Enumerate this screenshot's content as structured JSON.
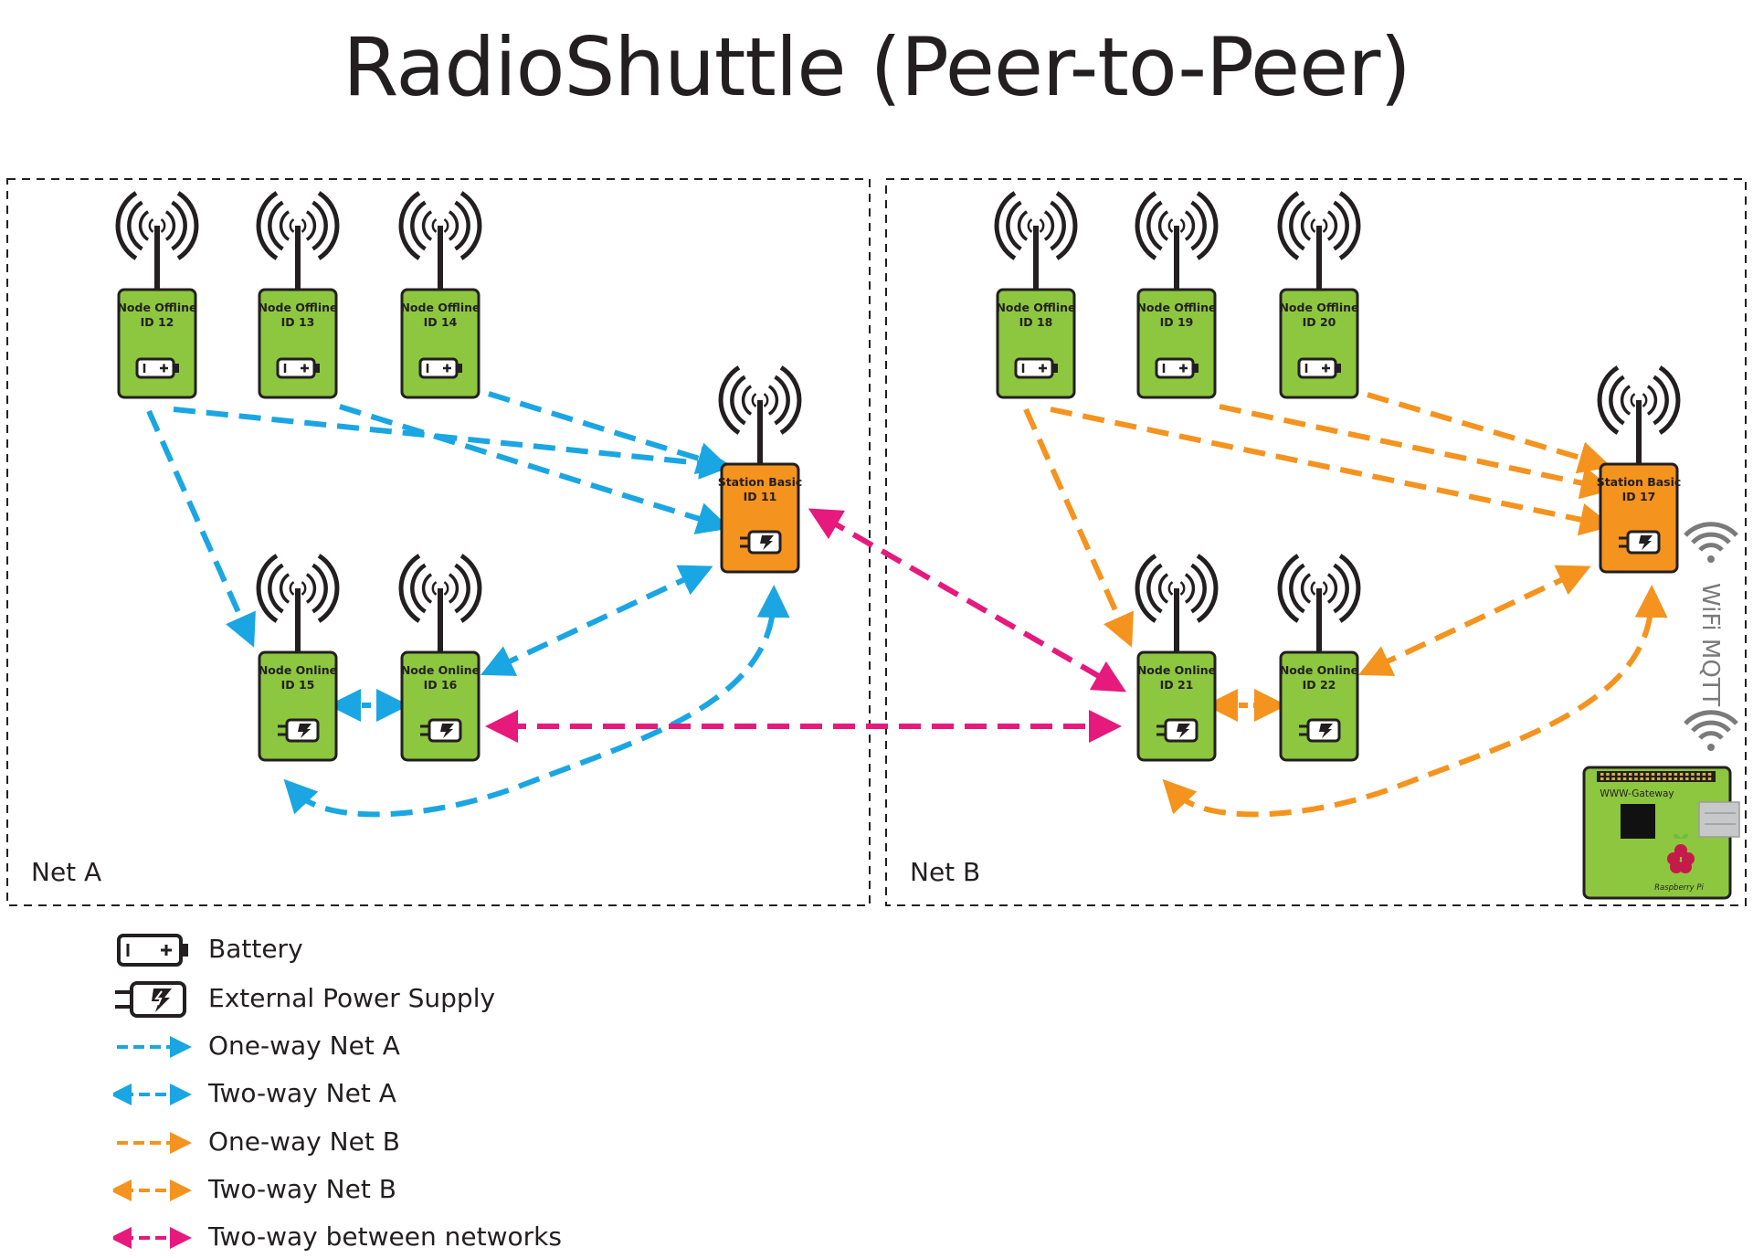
{
  "title": "RadioShuttle (Peer-to-Peer)",
  "colors": {
    "net_a": "#1aa6e2",
    "net_b": "#f4931e",
    "between": "#e6197d",
    "node_online": "#8dc63f",
    "station": "#f4931e",
    "outline": "#231f20"
  },
  "networks": [
    {
      "id": "A",
      "label": "Net A"
    },
    {
      "id": "B",
      "label": "Net B"
    }
  ],
  "devices": [
    {
      "id": 12,
      "line1": "Node Offline",
      "line2": "ID 12",
      "kind": "node",
      "power": "battery",
      "net": "A"
    },
    {
      "id": 13,
      "line1": "Node Offline",
      "line2": "ID 13",
      "kind": "node",
      "power": "battery",
      "net": "A"
    },
    {
      "id": 14,
      "line1": "Node Offline",
      "line2": "ID 14",
      "kind": "node",
      "power": "battery",
      "net": "A"
    },
    {
      "id": 11,
      "line1": "Station Basic",
      "line2": "ID 11",
      "kind": "station",
      "power": "external",
      "net": "A"
    },
    {
      "id": 15,
      "line1": "Node Online",
      "line2": "ID 15",
      "kind": "node",
      "power": "external",
      "net": "A"
    },
    {
      "id": 16,
      "line1": "Node Online",
      "line2": "ID 16",
      "kind": "node",
      "power": "external",
      "net": "A"
    },
    {
      "id": 18,
      "line1": "Node Offline",
      "line2": "ID 18",
      "kind": "node",
      "power": "battery",
      "net": "B"
    },
    {
      "id": 19,
      "line1": "Node Offline",
      "line2": "ID 19",
      "kind": "node",
      "power": "battery",
      "net": "B"
    },
    {
      "id": 20,
      "line1": "Node Offline",
      "line2": "ID 20",
      "kind": "node",
      "power": "battery",
      "net": "B"
    },
    {
      "id": 17,
      "line1": "Station Basic",
      "line2": "ID 17",
      "kind": "station",
      "power": "external",
      "net": "B"
    },
    {
      "id": 21,
      "line1": "Node Online",
      "line2": "ID 21",
      "kind": "node",
      "power": "external",
      "net": "B"
    },
    {
      "id": 22,
      "line1": "Node Online",
      "line2": "ID 22",
      "kind": "node",
      "power": "external",
      "net": "B"
    }
  ],
  "links": [
    {
      "from": 12,
      "to": 11,
      "style": "one-way",
      "net": "A"
    },
    {
      "from": 13,
      "to": 11,
      "style": "one-way",
      "net": "A"
    },
    {
      "from": 14,
      "to": 11,
      "style": "one-way",
      "net": "A"
    },
    {
      "from": 12,
      "to": 15,
      "style": "one-way",
      "net": "A"
    },
    {
      "from": 15,
      "to": 16,
      "style": "two-way",
      "net": "A"
    },
    {
      "from": 16,
      "to": 11,
      "style": "two-way",
      "net": "A"
    },
    {
      "from": 15,
      "to": 11,
      "style": "two-way",
      "net": "A"
    },
    {
      "from": 18,
      "to": 17,
      "style": "one-way",
      "net": "B"
    },
    {
      "from": 19,
      "to": 17,
      "style": "one-way",
      "net": "B"
    },
    {
      "from": 20,
      "to": 17,
      "style": "one-way",
      "net": "B"
    },
    {
      "from": 18,
      "to": 21,
      "style": "one-way",
      "net": "B"
    },
    {
      "from": 21,
      "to": 22,
      "style": "two-way",
      "net": "B"
    },
    {
      "from": 22,
      "to": 17,
      "style": "two-way",
      "net": "B"
    },
    {
      "from": 21,
      "to": 17,
      "style": "two-way",
      "net": "B"
    },
    {
      "from": 11,
      "to": 21,
      "style": "two-way",
      "net": "between"
    },
    {
      "from": 16,
      "to": 21,
      "style": "two-way",
      "net": "between"
    }
  ],
  "gateway": {
    "label": "WWW-Gateway",
    "board": "Raspberry Pi",
    "link_label": "WiFi MQTT"
  },
  "legend": [
    {
      "key": "battery",
      "label": "Battery"
    },
    {
      "key": "external",
      "label": "External Power Supply"
    },
    {
      "key": "one-way-a",
      "label": "One-way Net A"
    },
    {
      "key": "two-way-a",
      "label": "Two-way Net A"
    },
    {
      "key": "one-way-b",
      "label": "One-way Net B"
    },
    {
      "key": "two-way-b",
      "label": "Two-way Net B"
    },
    {
      "key": "two-way-between",
      "label": "Two-way between networks"
    }
  ]
}
